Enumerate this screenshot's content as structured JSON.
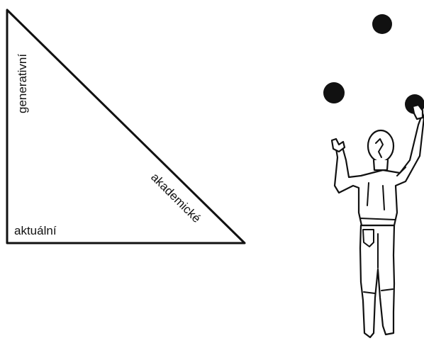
{
  "triangle": {
    "labels": {
      "vertical_side": "generativní",
      "hypotenuse": "akademické",
      "corner": "aktuální"
    }
  },
  "illustration": {
    "subject": "person juggling",
    "ball_count": 3,
    "ball_color": "#111111"
  }
}
